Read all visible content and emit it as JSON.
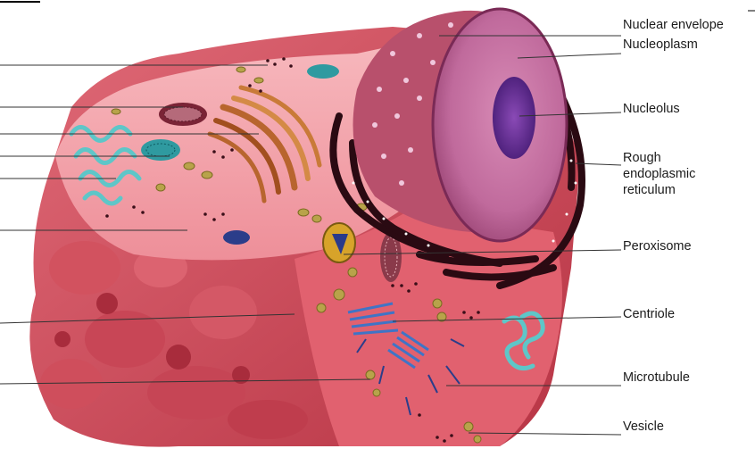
{
  "labels": {
    "nuclear_envelope": "Nuclear envelope",
    "nucleoplasm": "Nucleoplasm",
    "nucleolus": "Nucleolus",
    "rough_er_line1": "Rough",
    "rough_er_line2": "endoplasmic",
    "rough_er_line3": "reticulum",
    "peroxisome": "Peroxisome",
    "centriole": "Centriole",
    "microtubule": "Microtubule",
    "vesicle": "Vesicle"
  },
  "colors": {
    "cytoplasm_light": "#ef9aa3",
    "cytoplasm_mid": "#e56a78",
    "cytoplasm_dark": "#c8404f",
    "nucleus_face": "#c05a86",
    "nucleus_rim": "#9a3f6c",
    "nucleolus": "#5a2a8e",
    "er_dark": "#2a0a12",
    "mitochondria": "#2f9aa0",
    "golgi": "#b8652e",
    "centriole": "#3f74c6",
    "vesicle": "#b8a34a"
  }
}
